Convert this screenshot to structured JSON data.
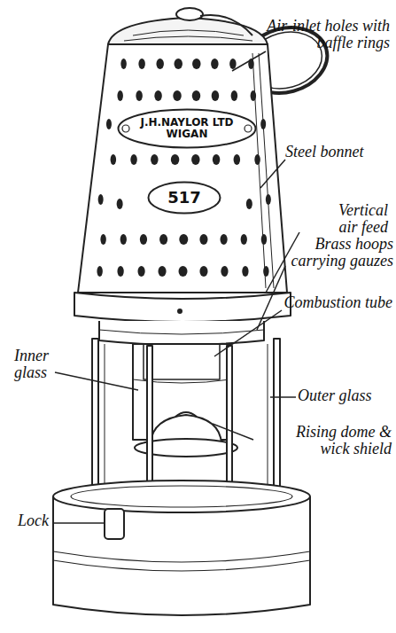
{
  "diagram": {
    "nodes": [
      {
        "text": [
          "J.H.NAYLOR LTD WIGAN"
        ]
      },
      {
        "text": [
          "517"
        ]
      }
    ],
    "labels": [
      "Air-inlet holes with baffle rings",
      "Steel bonnet",
      "Vertical air feed",
      "Brass hoops carrying gauzes",
      "Combustion tube",
      "Inner glass",
      "Outer glass",
      "Rising dome & wick shield",
      "Lock"
    ]
  }
}
